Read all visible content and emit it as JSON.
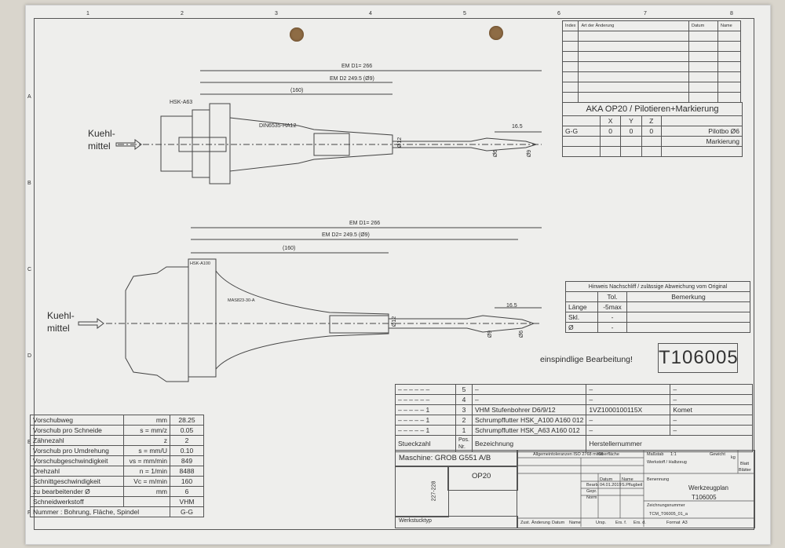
{
  "revision": {
    "headers": [
      "Index",
      "Art der Änderung",
      "Datum",
      "Name"
    ]
  },
  "ops_table": {
    "title": "AKA OP20 / Pilotieren+Markierung",
    "headers": [
      "",
      "X",
      "Y",
      "Z",
      ""
    ],
    "rows": [
      [
        "G-G",
        "0",
        "0",
        "0",
        "Pilotbo Ø6"
      ],
      [
        "",
        "",
        "",
        "",
        "Markierung"
      ]
    ]
  },
  "tool1": {
    "coolant": "Kuehl-\nmittel",
    "em_d1": "EM D1= 266",
    "em_d2": "EM D2 249.5 (Ø9)",
    "len": "(160)",
    "holder": "HSK-A63",
    "chuck": "DIN6535-HA12",
    "shank": "Ø12",
    "tip": "16.5",
    "d_small": "Ø6",
    "d_large": "Ø9"
  },
  "tool2": {
    "coolant": "Kuehl-\nmittel",
    "em_d1": "EM D1= 266",
    "em_d2": "EM D2= 249.5 (Ø9)",
    "len": "(160)",
    "holder": "HSK-A100",
    "chuck": "MAS823-30-A",
    "shank": "Ø12",
    "tip": "16.5",
    "d_small": "Ø9",
    "d_large": "Ø6"
  },
  "deviation": {
    "title": "Hinweis Nachschliff / zulässige Abweichung vom Original",
    "headers": [
      "",
      "Tol.",
      "Bemerkung"
    ],
    "rows": [
      [
        "Länge",
        "-5max",
        ""
      ],
      [
        "Skl.",
        "-",
        ""
      ],
      [
        "Ø",
        "-",
        ""
      ]
    ]
  },
  "spindle_note": "einspindlige Bearbeitung!",
  "tool_code": "T106005",
  "parts": {
    "rows": [
      {
        "qty": "",
        "pos": "5",
        "desc": "–",
        "code": "–",
        "maker": "–"
      },
      {
        "qty": "",
        "pos": "4",
        "desc": "–",
        "code": "–",
        "maker": "–"
      },
      {
        "qty": "1",
        "pos": "3",
        "desc": "VHM Stufenbohrer D6/9/12",
        "code": "1VZ1000100115X",
        "maker": "Komet"
      },
      {
        "qty": "1",
        "pos": "2",
        "desc": "Schrumpffutter HSK_A100 A160 012",
        "code": "–",
        "maker": "–"
      },
      {
        "qty": "1",
        "pos": "1",
        "desc": "Schrumpffutter HSK_A63 A160 012",
        "code": "–",
        "maker": "–"
      }
    ],
    "footer": [
      "Stueckzahl",
      "Pos.\nNr.",
      "Bezeichnung",
      "Herstellernummer"
    ]
  },
  "params": [
    [
      "Vorschubweg",
      "mm",
      "28.25"
    ],
    [
      "Vorschub pro Schneide",
      "s = mm/z",
      "0.05"
    ],
    [
      "Zähnezahl",
      "z",
      "2"
    ],
    [
      "Vorschub pro Umdrehung",
      "s = mm/U",
      "0.10"
    ],
    [
      "Vorschubgeschwindigkeit",
      "vs = mm/min",
      "849"
    ],
    [
      "Drehzahl",
      "n = 1/min",
      "8488"
    ],
    [
      "Schnittgeschwindigkeit",
      "Vc = m/min",
      "160"
    ],
    [
      "zu bearbeitender Ø",
      "mm",
      "6"
    ],
    [
      "Schneidwerkstoff",
      "",
      "VHM"
    ],
    [
      "Nummer : Bohrung, Fläche, Spindel",
      "",
      "G-G"
    ]
  ],
  "title_block": {
    "machine": "Maschine: GROB G551 A/B",
    "op": "OP20",
    "workpiece_no": "227-228",
    "workpiece_label": "Werkstucktyp",
    "doc_title": "Werkzeugplan",
    "doc_code": "T106005",
    "file": "TCM_T06005_01_a",
    "tiny_labels": [
      "Allgemeintoleranzen ISO 2768 mittel",
      "Oberfläche",
      "Maßstab",
      "1:1",
      "Gewicht",
      "kg",
      "Werkstoff / Halbzeug",
      "Datum",
      "Name",
      "Bearb.",
      "Gepr.",
      "Norm",
      "Benennung",
      "Zeichnungsnummer",
      "Blatt",
      "Blätter",
      "Zust.",
      "Änderung",
      "Datum",
      "Name",
      "Ursp.",
      "Ers. f.",
      "Ers. d.",
      "Format",
      "A3"
    ],
    "date": "04.01.2019",
    "name": "S.Pflugbeil"
  },
  "frame": {
    "cols": [
      "1",
      "2",
      "3",
      "4",
      "5",
      "6",
      "7",
      "8"
    ],
    "rows": [
      "A",
      "B",
      "C",
      "D",
      "E",
      "F"
    ]
  }
}
